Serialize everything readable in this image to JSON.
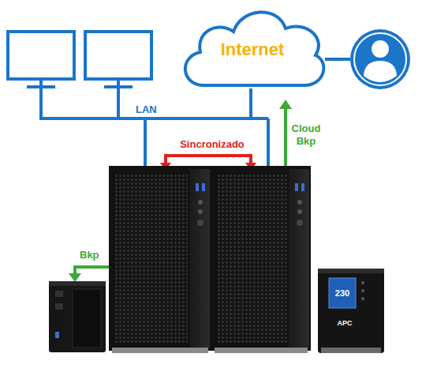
{
  "diagram": {
    "nodes": [
      {
        "text": [
          "Internet"
        ]
      }
    ],
    "labels": [
      "LAN",
      "Sincronizado",
      "Cloud Bkp",
      "Bkp",
      "230",
      "APC"
    ]
  }
}
